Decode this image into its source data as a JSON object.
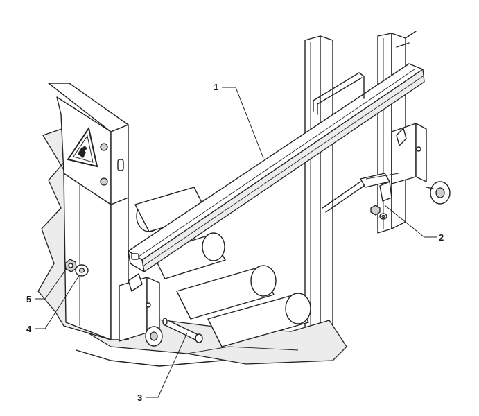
{
  "figure": {
    "callouts": [
      {
        "id": "1",
        "label": "1"
      },
      {
        "id": "2",
        "label": "2"
      },
      {
        "id": "3",
        "label": "3"
      },
      {
        "id": "4",
        "label": "4"
      },
      {
        "id": "5",
        "label": "5"
      }
    ]
  },
  "icons": {
    "warning_sign": "warning-triangle-hand-crush-icon"
  }
}
